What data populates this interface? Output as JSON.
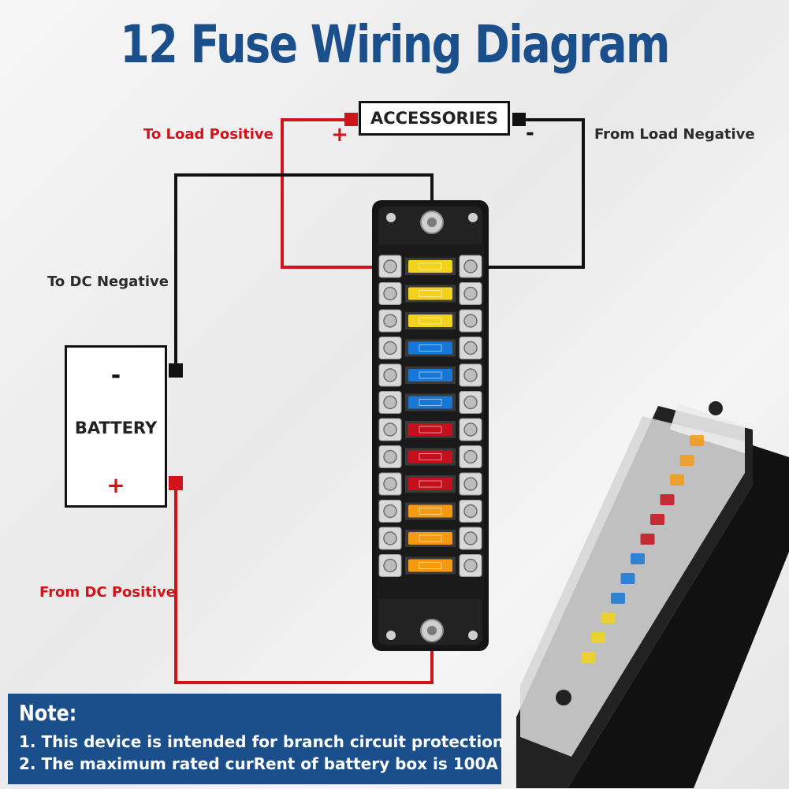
{
  "title": "12 Fuse Wiring Diagram",
  "labels": {
    "to_load_positive": "To Load Positive",
    "from_load_negative": "From Load Negative",
    "to_dc_negative": "To DC Negative",
    "from_dc_positive": "From DC Positive"
  },
  "accessories": {
    "label": "ACCESSORIES",
    "plus": "+",
    "minus": "-"
  },
  "battery": {
    "label": "BATTERY",
    "minus": "-",
    "plus": "+"
  },
  "fuses": [
    "yellow",
    "yellow",
    "yellow",
    "blue",
    "blue",
    "blue",
    "red",
    "red",
    "red",
    "orange",
    "orange",
    "orange"
  ],
  "colors": {
    "title_blue": "#1b4f8c",
    "wire_red": "#d0141b",
    "wire_black": "#111111",
    "yellow": "#f2d21a",
    "blue": "#1677d6",
    "red": "#c4101c",
    "orange": "#f59a10"
  },
  "note": {
    "title": "Note:",
    "lines": [
      "1. This device is intended for branch circuit protection",
      "2. The maximum rated curRent of battery box is 100A"
    ]
  }
}
